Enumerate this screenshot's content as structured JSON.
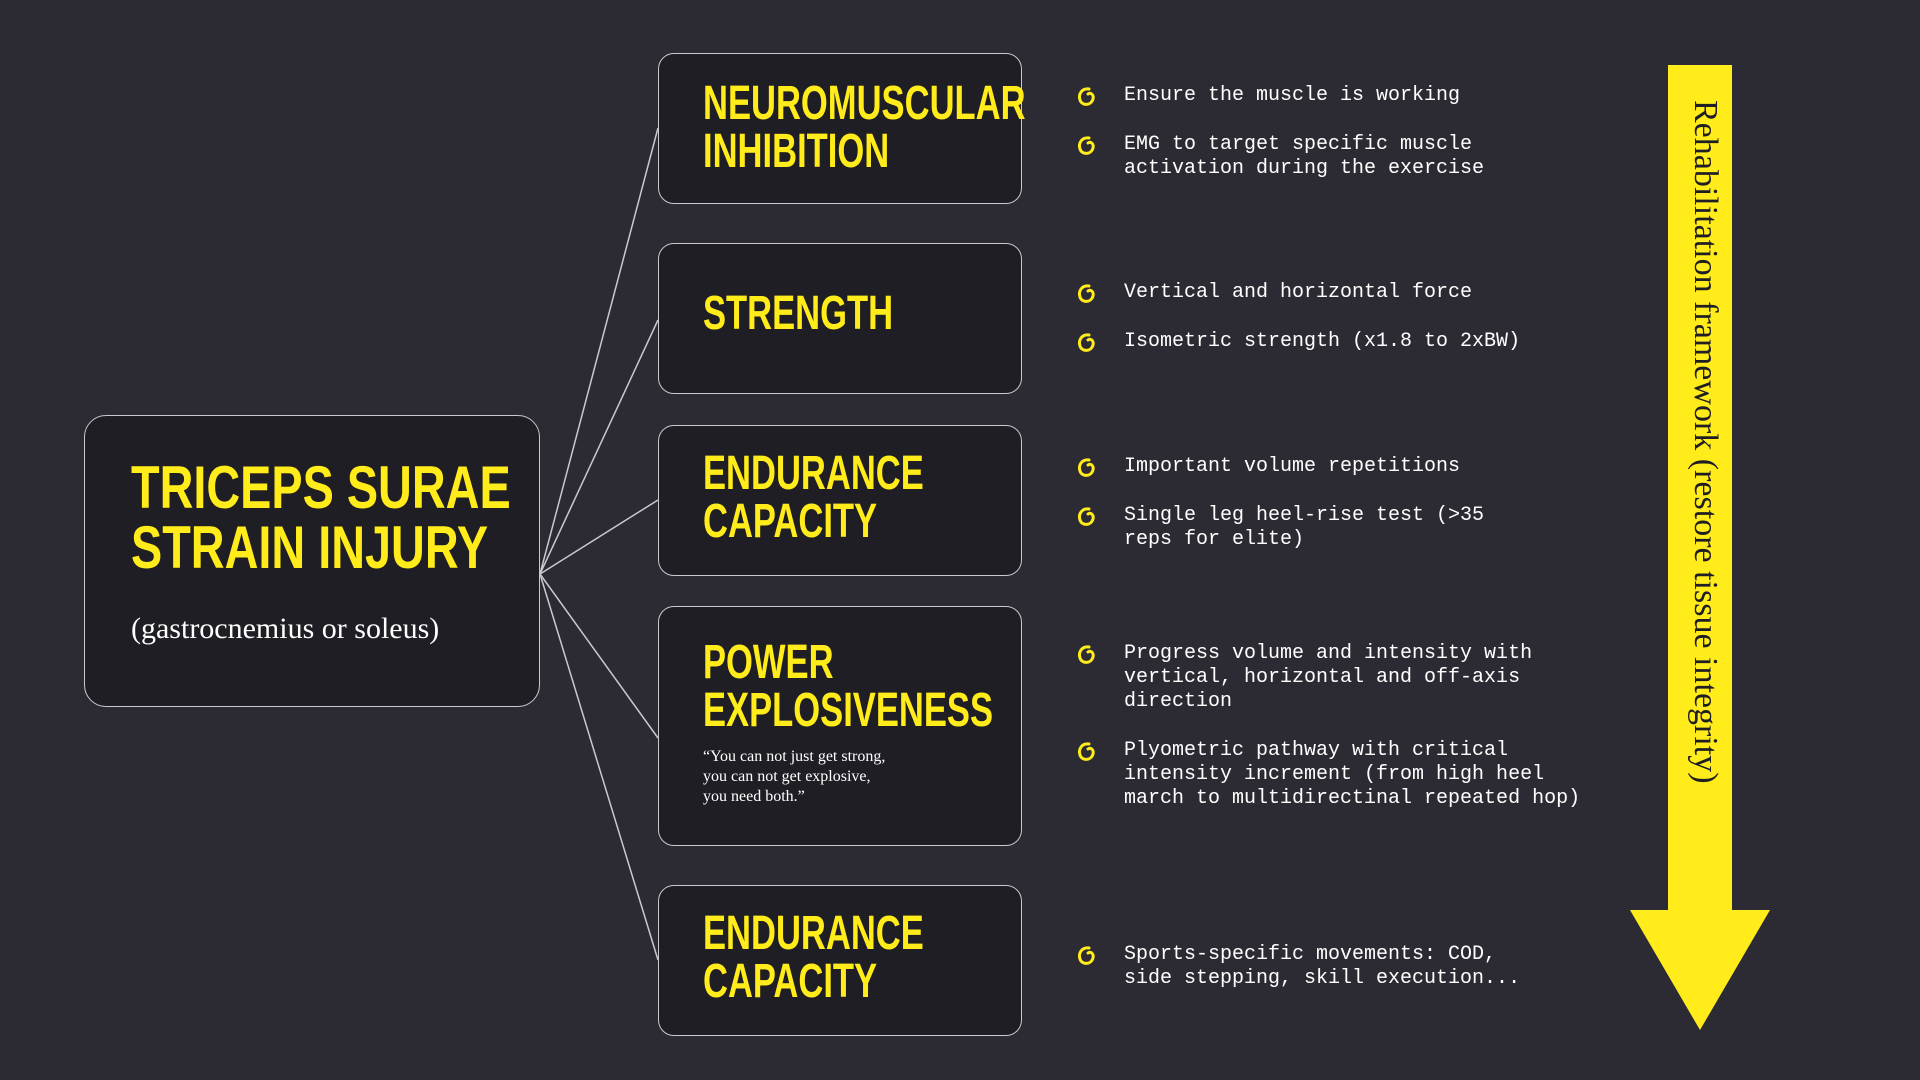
{
  "root": {
    "title_lines": [
      "TRICEPS SURAE",
      "STRAIN INJURY"
    ],
    "subtitle": "(gastrocnemius or soleus)"
  },
  "nodes": [
    {
      "title_lines": [
        "NEUROMUSCULAR",
        "INHIBITION"
      ],
      "bullets": [
        {
          "lines": [
            "Ensure the muscle is working"
          ]
        },
        {
          "lines": [
            "EMG to target specific muscle",
            "activation during the exercise"
          ]
        }
      ]
    },
    {
      "title_lines": [
        "STRENGTH"
      ],
      "bullets": [
        {
          "lines": [
            "Vertical and horizontal force"
          ]
        },
        {
          "lines": [
            "Isometric strength (x1.8 to 2xBW)"
          ]
        }
      ]
    },
    {
      "title_lines": [
        "ENDURANCE",
        "CAPACITY"
      ],
      "bullets": [
        {
          "lines": [
            "Important volume repetitions"
          ]
        },
        {
          "lines": [
            "Single leg heel-rise test (>35",
            "reps for elite)"
          ]
        }
      ]
    },
    {
      "title_lines": [
        "POWER",
        "EXPLOSIVENESS"
      ],
      "quote_lines": [
        "“You can not just get strong,",
        "you can not get explosive,",
        "you need both.”"
      ],
      "bullets": [
        {
          "lines": [
            "Progress volume and intensity with",
            "vertical, horizontal and off-axis",
            "direction"
          ]
        },
        {
          "lines": [
            "Plyometric pathway with critical",
            "intensity increment (from high heel",
            "march to multidirectinal repeated hop)"
          ]
        }
      ]
    },
    {
      "title_lines": [
        "ENDURANCE",
        "CAPACITY"
      ],
      "bullets": [
        {
          "lines": [
            "Sports-specific movements: COD,",
            "side stepping, skill execution..."
          ]
        }
      ]
    }
  ],
  "arrow": {
    "label": "Rehabilitation framework (restore tissue integrity)",
    "color": "#ffec1a"
  },
  "colors": {
    "background": "#2c2b33",
    "box_fill": "#1f1e24",
    "accent": "#ffec1a",
    "border": "#c9c9cf"
  },
  "icons": {
    "bullet": "yellow-swirl-icon"
  }
}
